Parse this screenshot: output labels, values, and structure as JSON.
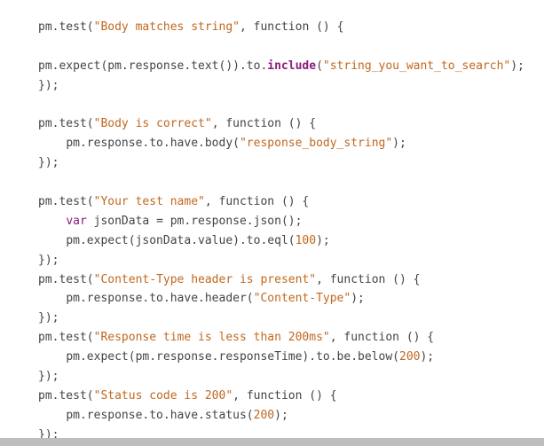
{
  "code_lines": [
    {
      "indent": "",
      "segments": [
        {
          "type": "plain",
          "text": "pm.test("
        },
        {
          "type": "str",
          "text": "\"Body matches string\""
        },
        {
          "type": "plain",
          "text": ", function () {"
        }
      ]
    },
    {
      "indent": "",
      "segments": []
    },
    {
      "indent": "",
      "segments": [
        {
          "type": "plain",
          "text": "pm.expect(pm.response.text()).to."
        },
        {
          "type": "inc",
          "text": "include"
        },
        {
          "type": "plain",
          "text": "("
        },
        {
          "type": "str",
          "text": "\"string_you_want_to_search\""
        },
        {
          "type": "plain",
          "text": ");"
        }
      ]
    },
    {
      "indent": "",
      "segments": [
        {
          "type": "plain",
          "text": "});"
        }
      ]
    },
    {
      "indent": "",
      "segments": []
    },
    {
      "indent": "",
      "segments": [
        {
          "type": "plain",
          "text": "pm.test("
        },
        {
          "type": "str",
          "text": "\"Body is correct\""
        },
        {
          "type": "plain",
          "text": ", function () {"
        }
      ]
    },
    {
      "indent": "    ",
      "segments": [
        {
          "type": "plain",
          "text": "pm.response.to.have.body("
        },
        {
          "type": "str",
          "text": "\"response_body_string\""
        },
        {
          "type": "plain",
          "text": ");"
        }
      ]
    },
    {
      "indent": "",
      "segments": [
        {
          "type": "plain",
          "text": "});"
        }
      ]
    },
    {
      "indent": "",
      "segments": []
    },
    {
      "indent": "",
      "segments": [
        {
          "type": "plain",
          "text": "pm.test("
        },
        {
          "type": "str",
          "text": "\"Your test name\""
        },
        {
          "type": "plain",
          "text": ", function () {"
        }
      ]
    },
    {
      "indent": "    ",
      "segments": [
        {
          "type": "kw",
          "text": "var"
        },
        {
          "type": "plain",
          "text": " jsonData = pm.response.json();"
        }
      ]
    },
    {
      "indent": "    ",
      "segments": [
        {
          "type": "plain",
          "text": "pm.expect(jsonData.value).to.eql("
        },
        {
          "type": "num",
          "text": "100"
        },
        {
          "type": "plain",
          "text": ");"
        }
      ]
    },
    {
      "indent": "",
      "segments": [
        {
          "type": "plain",
          "text": "});"
        }
      ]
    },
    {
      "indent": "",
      "segments": [
        {
          "type": "plain",
          "text": "pm.test("
        },
        {
          "type": "str",
          "text": "\"Content-Type header is present\""
        },
        {
          "type": "plain",
          "text": ", function () {"
        }
      ]
    },
    {
      "indent": "    ",
      "segments": [
        {
          "type": "plain",
          "text": "pm.response.to.have.header("
        },
        {
          "type": "str",
          "text": "\"Content-Type\""
        },
        {
          "type": "plain",
          "text": ");"
        }
      ]
    },
    {
      "indent": "",
      "segments": [
        {
          "type": "plain",
          "text": "});"
        }
      ]
    },
    {
      "indent": "",
      "segments": [
        {
          "type": "plain",
          "text": "pm.test("
        },
        {
          "type": "str",
          "text": "\"Response time is less than 200ms\""
        },
        {
          "type": "plain",
          "text": ", function () {"
        }
      ]
    },
    {
      "indent": "    ",
      "segments": [
        {
          "type": "plain",
          "text": "pm.expect(pm.response.responseTime).to.be.below("
        },
        {
          "type": "num",
          "text": "200"
        },
        {
          "type": "plain",
          "text": ");"
        }
      ]
    },
    {
      "indent": "",
      "segments": [
        {
          "type": "plain",
          "text": "});"
        }
      ]
    },
    {
      "indent": "",
      "segments": [
        {
          "type": "plain",
          "text": "pm.test("
        },
        {
          "type": "str",
          "text": "\"Status code is 200\""
        },
        {
          "type": "plain",
          "text": ", function () {"
        }
      ]
    },
    {
      "indent": "    ",
      "segments": [
        {
          "type": "plain",
          "text": "pm.response.to.have.status("
        },
        {
          "type": "num",
          "text": "200"
        },
        {
          "type": "plain",
          "text": ");"
        }
      ]
    },
    {
      "indent": "",
      "segments": [
        {
          "type": "plain",
          "text": "});"
        }
      ]
    }
  ],
  "colors": {
    "text": "#444444",
    "string": "#c0681f",
    "keyword": "#8a1c7c",
    "background": "#ffffff",
    "bottom_bar": "#bdbdbd"
  }
}
